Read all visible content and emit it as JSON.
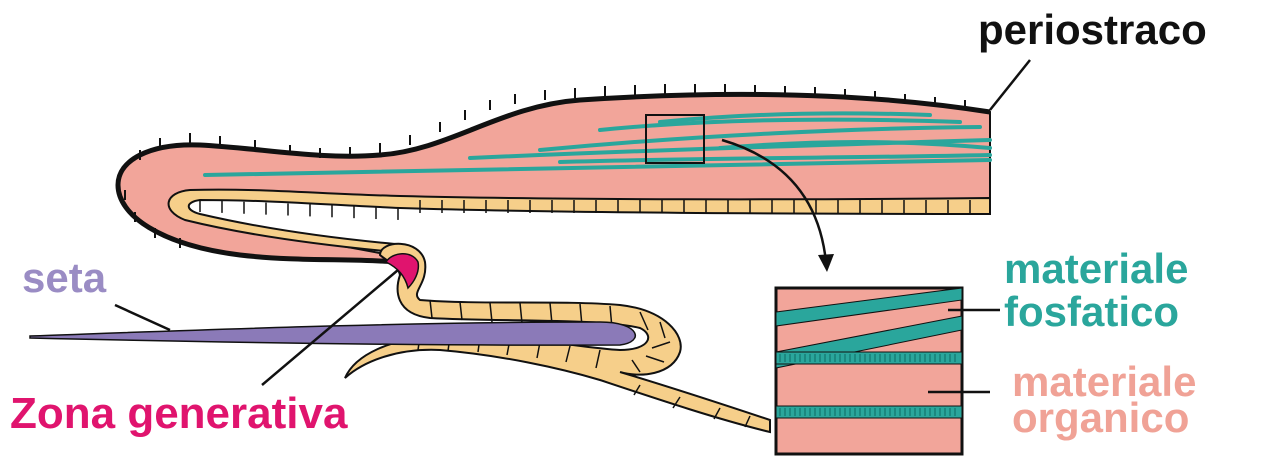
{
  "labels": {
    "periostraco": "periostraco",
    "seta": "seta",
    "zona_generativa": "Zona generativa",
    "materiale_fosfatico": [
      "materiale",
      "fosfatico"
    ],
    "materiale_organico": [
      "materiale",
      "organico"
    ]
  },
  "colors": {
    "organic_pink": "#f2a59a",
    "phosphatic_teal": "#2aa69c",
    "epithelium_tan": "#f6cf8a",
    "seta_purple": "#8b7ab8",
    "zona_magenta": "#e0146e",
    "periostracum_black": "#111111",
    "label_seta": "#9a8cc4",
    "label_zona": "#e0146e",
    "label_fosfatico": "#2aa69c",
    "label_organico": "#f0a296",
    "label_periostraco": "#111111"
  }
}
